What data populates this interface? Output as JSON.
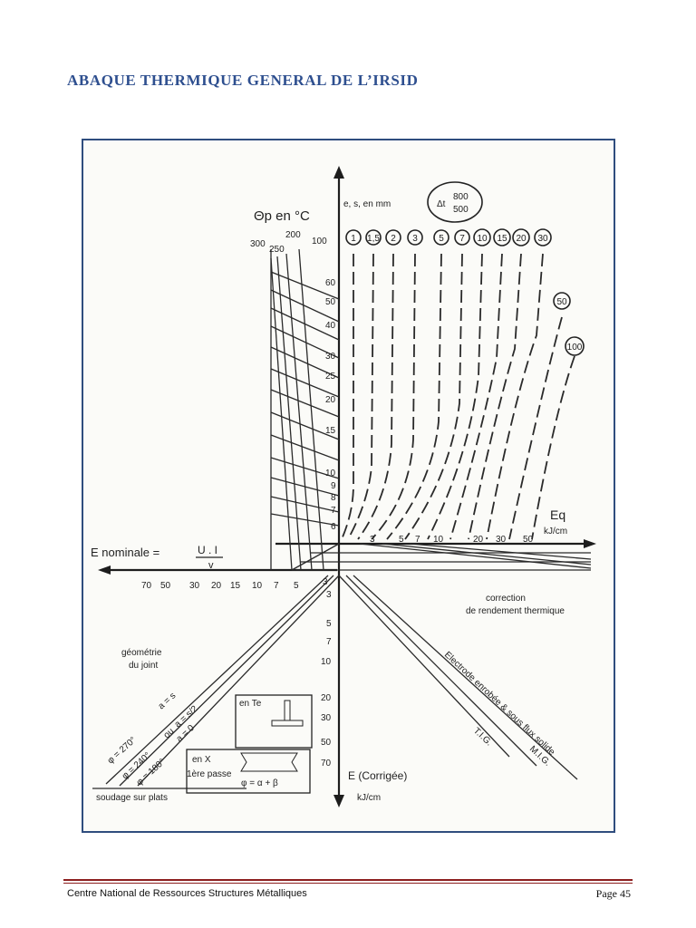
{
  "title": "ABAQUE THERMIQUE GENERAL DE L’IRSID",
  "figure": {
    "theta_label": "Θp en °C",
    "theta_ticks": [
      "300",
      "250",
      "200",
      "100"
    ],
    "thickness_label": "e, s, en mm",
    "delta_t_label": "Δt",
    "delta_t_top": "800",
    "delta_t_bottom": "500",
    "top_circles": [
      "1",
      "1,5",
      "2",
      "3",
      "5",
      "7",
      "10",
      "15",
      "20",
      "30"
    ],
    "side_circles": [
      "50",
      "100"
    ],
    "thickness_ticks": [
      "60",
      "50",
      "40",
      "30",
      "25",
      "20",
      "15",
      "10",
      "9",
      "8",
      "7",
      "6"
    ],
    "eq_label": "Eq",
    "eq_unit": "kJ/cm",
    "eq_ticks": [
      "3",
      "5",
      "7",
      "10",
      "20",
      "30",
      "50"
    ],
    "enominale_label": "E nominale =",
    "enominale_num": "U . I",
    "enominale_den": "v",
    "left_ticks": [
      "70",
      "50",
      "30",
      "20",
      "15",
      "10",
      "7",
      "5",
      "3"
    ],
    "correction_line1": "correction",
    "correction_line2": "de rendement thermique",
    "geometry_line1": "géométrie",
    "geometry_line2": "du joint",
    "ecorr_ticks": [
      "3",
      "5",
      "7",
      "10",
      "20",
      "30",
      "50",
      "70"
    ],
    "ecorr_label": "E (Corrigée)",
    "ecorr_unit": "kJ/cm",
    "process_electrode": "Electrode enrobée & sous flux solide",
    "process_tig": "T.I.G.",
    "process_mig": "M.I.G.",
    "geo_a": "a = s",
    "geo_b": "a = s/2",
    "geo_c": "a = 0",
    "ou": "ou",
    "en_te": "en Te",
    "phi1": "φ = 270°",
    "phi2": "φ = 240°",
    "phi3": "φ = 180°",
    "en_x_1": "en X",
    "en_x_2": "1ère passe",
    "en_x_formula": "φ = α + β",
    "soudage": "soudage sur plats"
  },
  "footer": {
    "left": "Centre National de Ressources Structures Métalliques",
    "right": "Page 45"
  }
}
